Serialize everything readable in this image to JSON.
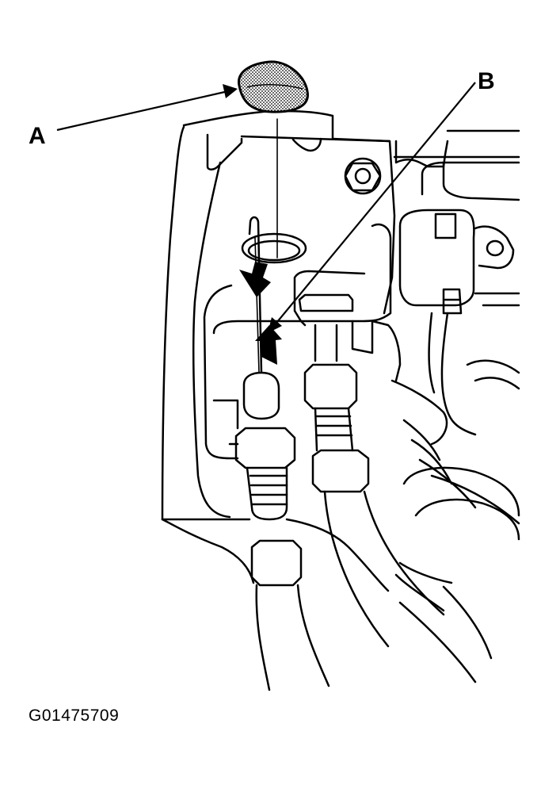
{
  "callouts": {
    "a": "A",
    "b": "B"
  },
  "figure_code": "G01475709",
  "colors": {
    "ink": "#000000",
    "paper": "#ffffff",
    "cap_fill": "#c8c8c8"
  }
}
